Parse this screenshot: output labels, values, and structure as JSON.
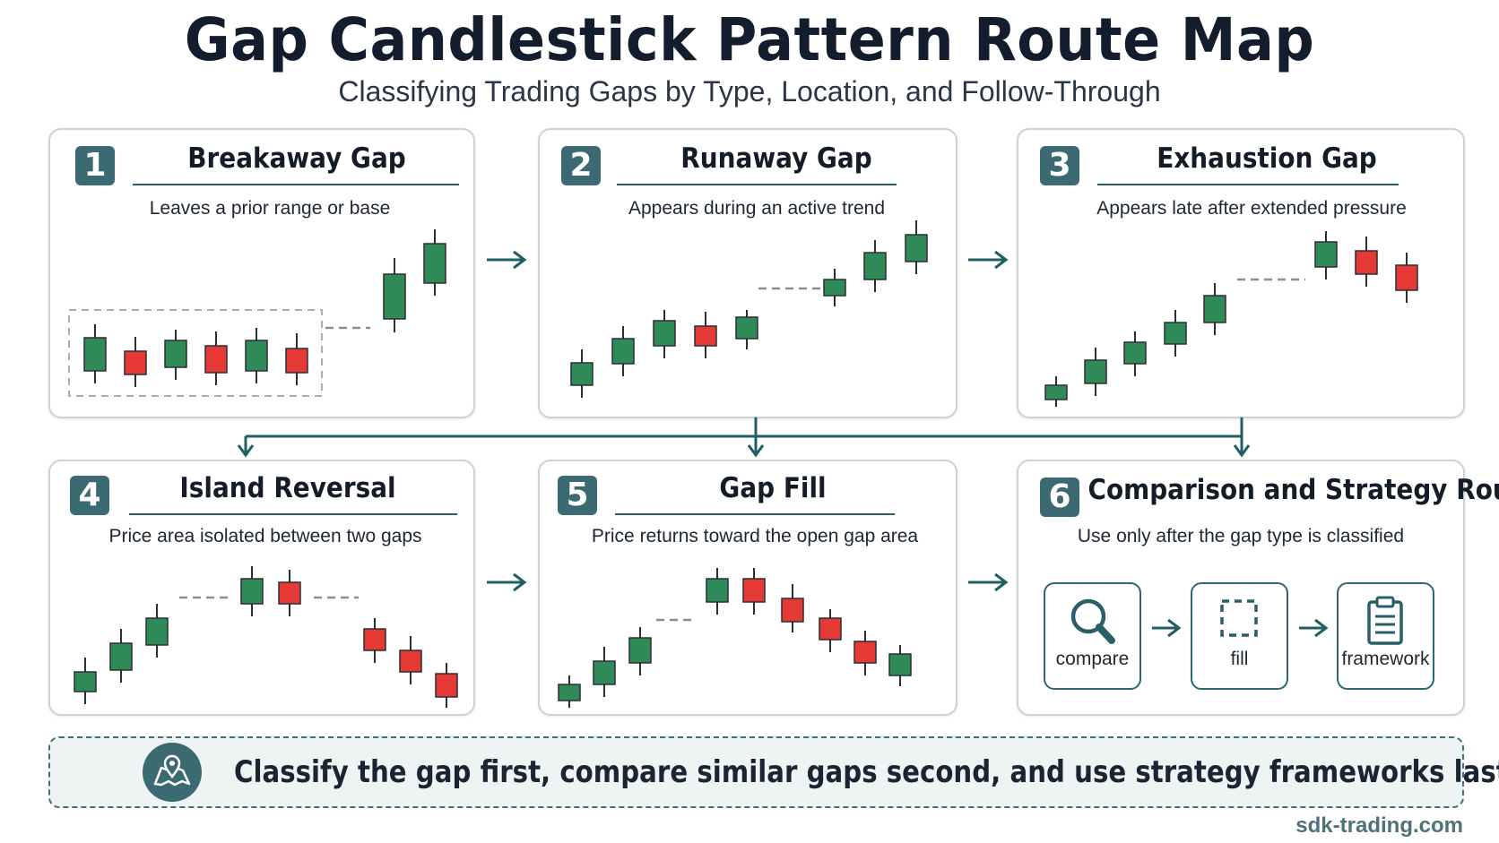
{
  "title": "Gap Candlestick Pattern Route Map",
  "subtitle": "Classifying Trading Gaps by Type, Location, and Follow-Through",
  "colors": {
    "bull": "#2e8b57",
    "bear": "#e53935",
    "accent": "#3c6a73",
    "connector": "#1f5f63"
  },
  "panels": [
    {
      "number": "1",
      "title": "Breakaway Gap",
      "desc": "Leaves a prior range or base"
    },
    {
      "number": "2",
      "title": "Runaway Gap",
      "desc": "Appears during an active trend"
    },
    {
      "number": "3",
      "title": "Exhaustion Gap",
      "desc": "Appears late after extended pressure"
    },
    {
      "number": "4",
      "title": "Island Reversal",
      "desc": "Price area isolated between two gaps"
    },
    {
      "number": "5",
      "title": "Gap Fill",
      "desc": "Price returns toward the open gap area"
    },
    {
      "number": "6",
      "title": "Comparison and Strategy Routes",
      "desc": "Use only after the gap type is classified"
    }
  ],
  "routes": [
    {
      "label": "compare",
      "icon": "magnifier-icon"
    },
    {
      "label": "fill",
      "icon": "dashed-square-icon"
    },
    {
      "label": "framework",
      "icon": "clipboard-icon"
    }
  ],
  "banner": {
    "text": "Classify the gap first, compare similar gaps second, and use strategy frameworks last.",
    "icon": "map-pin-icon"
  },
  "footer": "sdk-trading.com"
}
